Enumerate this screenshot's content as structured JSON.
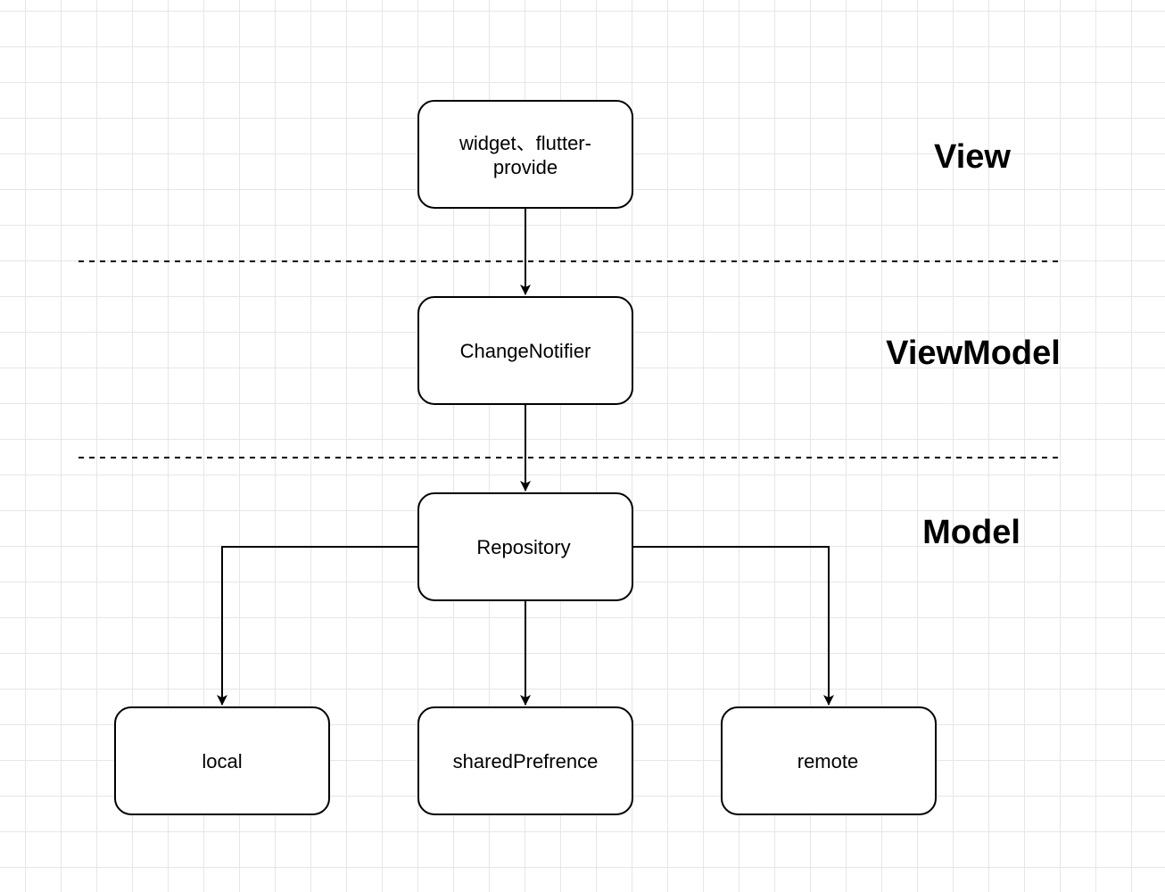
{
  "nodes": {
    "view_node": {
      "line1": "widget、flutter-",
      "line2": "provide"
    },
    "viewmodel_node": {
      "label": "ChangeNotifier"
    },
    "repository_node": {
      "label": "Repository"
    },
    "local_node": {
      "label": "local"
    },
    "shared_node": {
      "label": "sharedPrefrence"
    },
    "remote_node": {
      "label": "remote"
    }
  },
  "layers": {
    "view": "View",
    "viewmodel": "ViewModel",
    "model": "Model"
  },
  "edges": [
    {
      "from": "view_node",
      "to": "viewmodel_node"
    },
    {
      "from": "viewmodel_node",
      "to": "repository_node"
    },
    {
      "from": "repository_node",
      "to": "local_node"
    },
    {
      "from": "repository_node",
      "to": "shared_node"
    },
    {
      "from": "repository_node",
      "to": "remote_node"
    }
  ]
}
